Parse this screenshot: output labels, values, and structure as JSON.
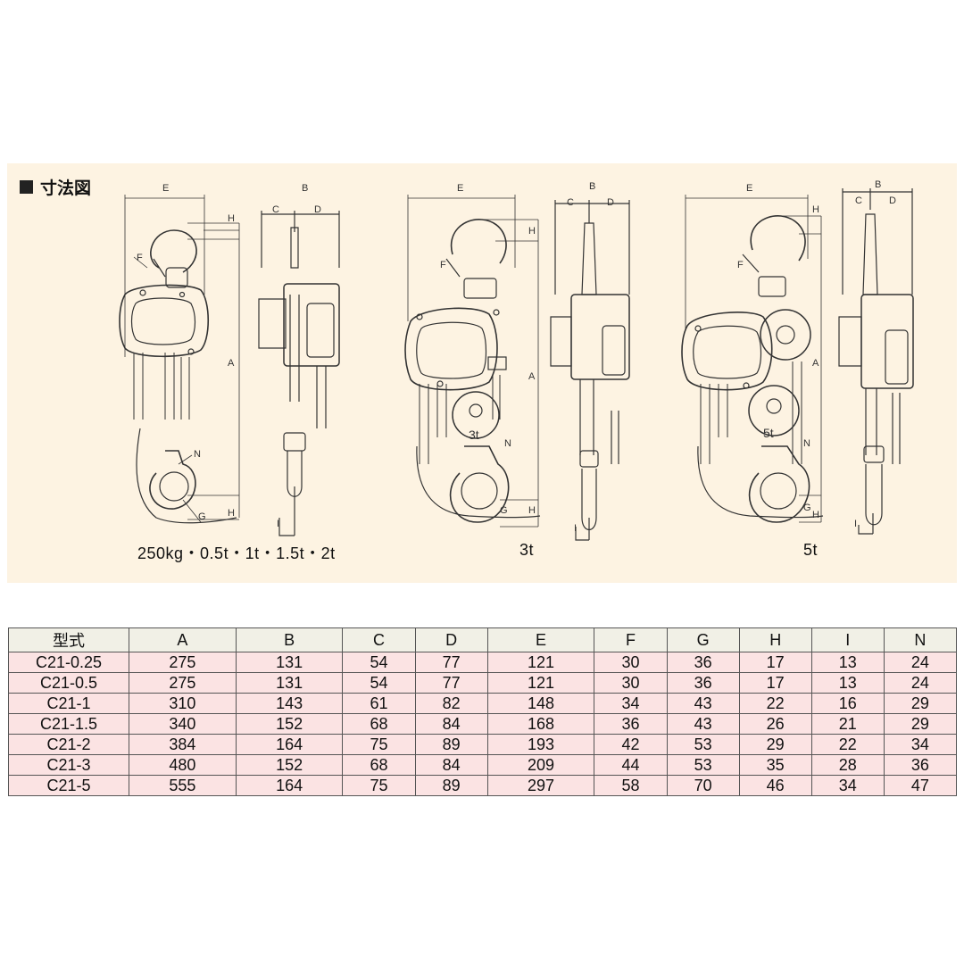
{
  "section": {
    "title": "寸法図",
    "title_marker_color": "#222222"
  },
  "captions": {
    "small": "250kg・0.5t・1t・1.5t・2t",
    "mid": "3t",
    "large": "5t"
  },
  "dimension_letters": [
    "A",
    "B",
    "C",
    "D",
    "E",
    "F",
    "G",
    "H",
    "I",
    "N"
  ],
  "body_marks": {
    "mid": "3t",
    "large": "5t"
  },
  "colors": {
    "panel": "#fdf3e2",
    "header_row": "#f1f0e6",
    "data_row": "#fbe3e3",
    "line": "#333333"
  },
  "table": {
    "headers": [
      "型式",
      "A",
      "B",
      "C",
      "D",
      "E",
      "F",
      "G",
      "H",
      "I",
      "N"
    ],
    "rows": [
      [
        "C21-0.25",
        "275",
        "131",
        "54",
        "77",
        "121",
        "30",
        "36",
        "17",
        "13",
        "24"
      ],
      [
        "C21-0.5",
        "275",
        "131",
        "54",
        "77",
        "121",
        "30",
        "36",
        "17",
        "13",
        "24"
      ],
      [
        "C21-1",
        "310",
        "143",
        "61",
        "82",
        "148",
        "34",
        "43",
        "22",
        "16",
        "29"
      ],
      [
        "C21-1.5",
        "340",
        "152",
        "68",
        "84",
        "168",
        "36",
        "43",
        "26",
        "21",
        "29"
      ],
      [
        "C21-2",
        "384",
        "164",
        "75",
        "89",
        "193",
        "42",
        "53",
        "29",
        "22",
        "34"
      ],
      [
        "C21-3",
        "480",
        "152",
        "68",
        "84",
        "209",
        "44",
        "53",
        "35",
        "28",
        "36"
      ],
      [
        "C21-5",
        "555",
        "164",
        "75",
        "89",
        "297",
        "58",
        "70",
        "46",
        "34",
        "47"
      ]
    ]
  }
}
